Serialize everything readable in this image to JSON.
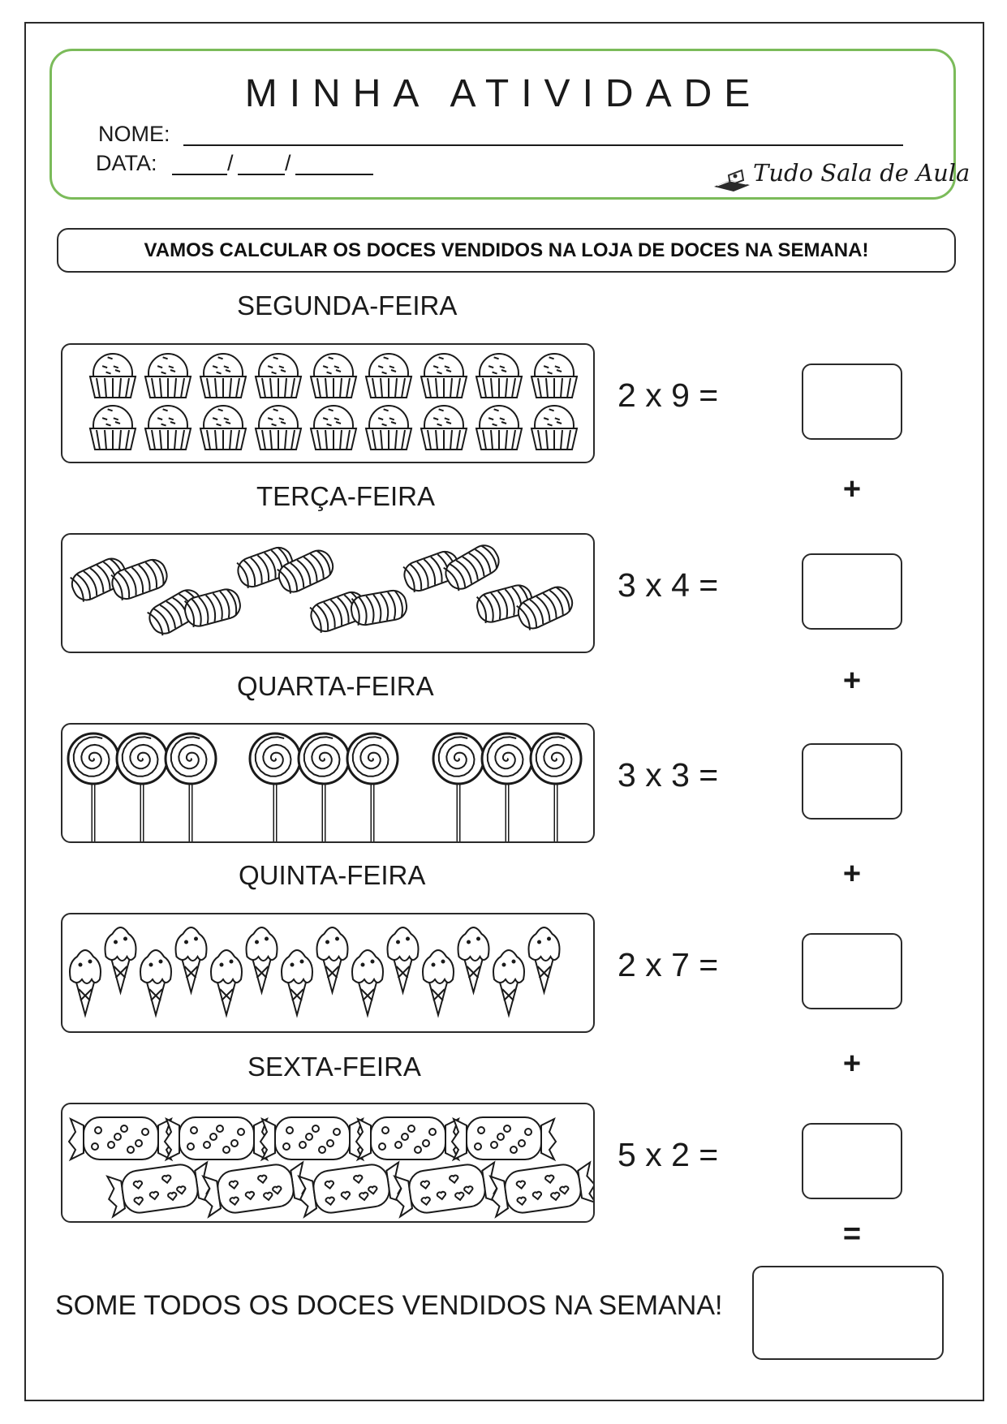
{
  "header": {
    "title": "MINHA ATIVIDADE",
    "name_label": "NOME:",
    "date_label": "DATA:",
    "date_slash": "/",
    "logo_text": "Tudo Sala de Aula"
  },
  "instruction": "VAMOS CALCULAR OS DOCES VENDIDOS NA LOJA DE DOCES NA SEMANA!",
  "days": [
    {
      "label": "SEGUNDA-FEIRA",
      "equation": "2 x 9 =",
      "icon": "brigadeiro-icon",
      "count": 18
    },
    {
      "label": "TERÇA-FEIRA",
      "equation": "3 x 4 =",
      "icon": "marshmallow-icon",
      "count": 12
    },
    {
      "label": "QUARTA-FEIRA",
      "equation": "3 x 3 =",
      "icon": "lollipop-icon",
      "count": 9
    },
    {
      "label": "QUINTA-FEIRA",
      "equation": "2 x 7 =",
      "icon": "ice-cream-cone-icon",
      "count": 14
    },
    {
      "label": "SEXTA-FEIRA",
      "equation": "5 x 2 =",
      "icon": "wrapped-candy-icon",
      "count": 10
    }
  ],
  "operators": {
    "plus": "+",
    "equals": "="
  },
  "final_prompt": "SOME TODOS OS DOCES VENDIDOS NA SEMANA!",
  "colors": {
    "header_border": "#7bbb5a",
    "ink": "#1a1a1a"
  }
}
